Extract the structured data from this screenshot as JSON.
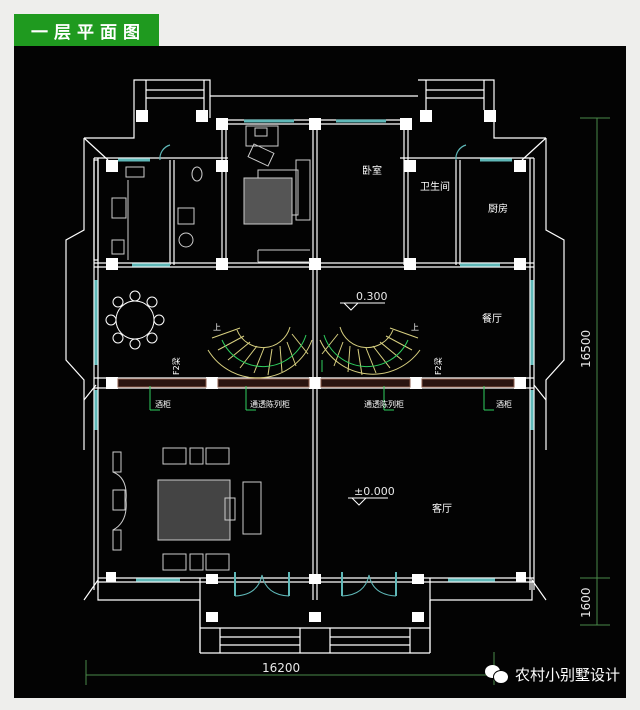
{
  "title": "一层平面图",
  "colors": {
    "badge": "#1f9a1f",
    "background": "#030303",
    "wall": "#ffffff",
    "window": "#5fb8b8",
    "stair": "#d8d080",
    "dimension": "#4a8a4a",
    "cabinet": "#7a5040"
  },
  "rooms": {
    "bedroom": "卧室",
    "bathroom": "卫生间",
    "kitchen": "厨房",
    "dining": "餐厅",
    "living": "客厅"
  },
  "annotations": {
    "elevation_upper": "0.300",
    "elevation_lower": "±0.000",
    "stair_up_left": "上",
    "stair_up_right": "上",
    "beam_left": "F2梁",
    "beam_right": "F2梁",
    "wine_cabinet_left": "酒柜",
    "wine_cabinet_right": "酒柜",
    "display_cabinet_left": "通透陈列柜",
    "display_cabinet_right": "通透陈列柜"
  },
  "dimensions": {
    "width": "16200",
    "depth_main": "16500",
    "depth_porch": "1600"
  },
  "watermark": "农村小别墅设计"
}
